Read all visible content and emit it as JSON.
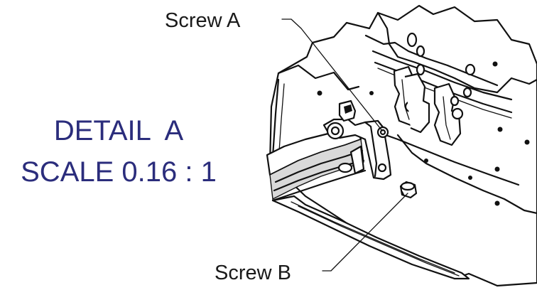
{
  "callouts": {
    "screw_a": "Screw A",
    "screw_b": "Screw B"
  },
  "detail": {
    "title": "DETAIL  A",
    "scale": "SCALE 0.16 : 1"
  },
  "colors": {
    "detail_text": "#2b2d7c",
    "line": "#111111"
  }
}
